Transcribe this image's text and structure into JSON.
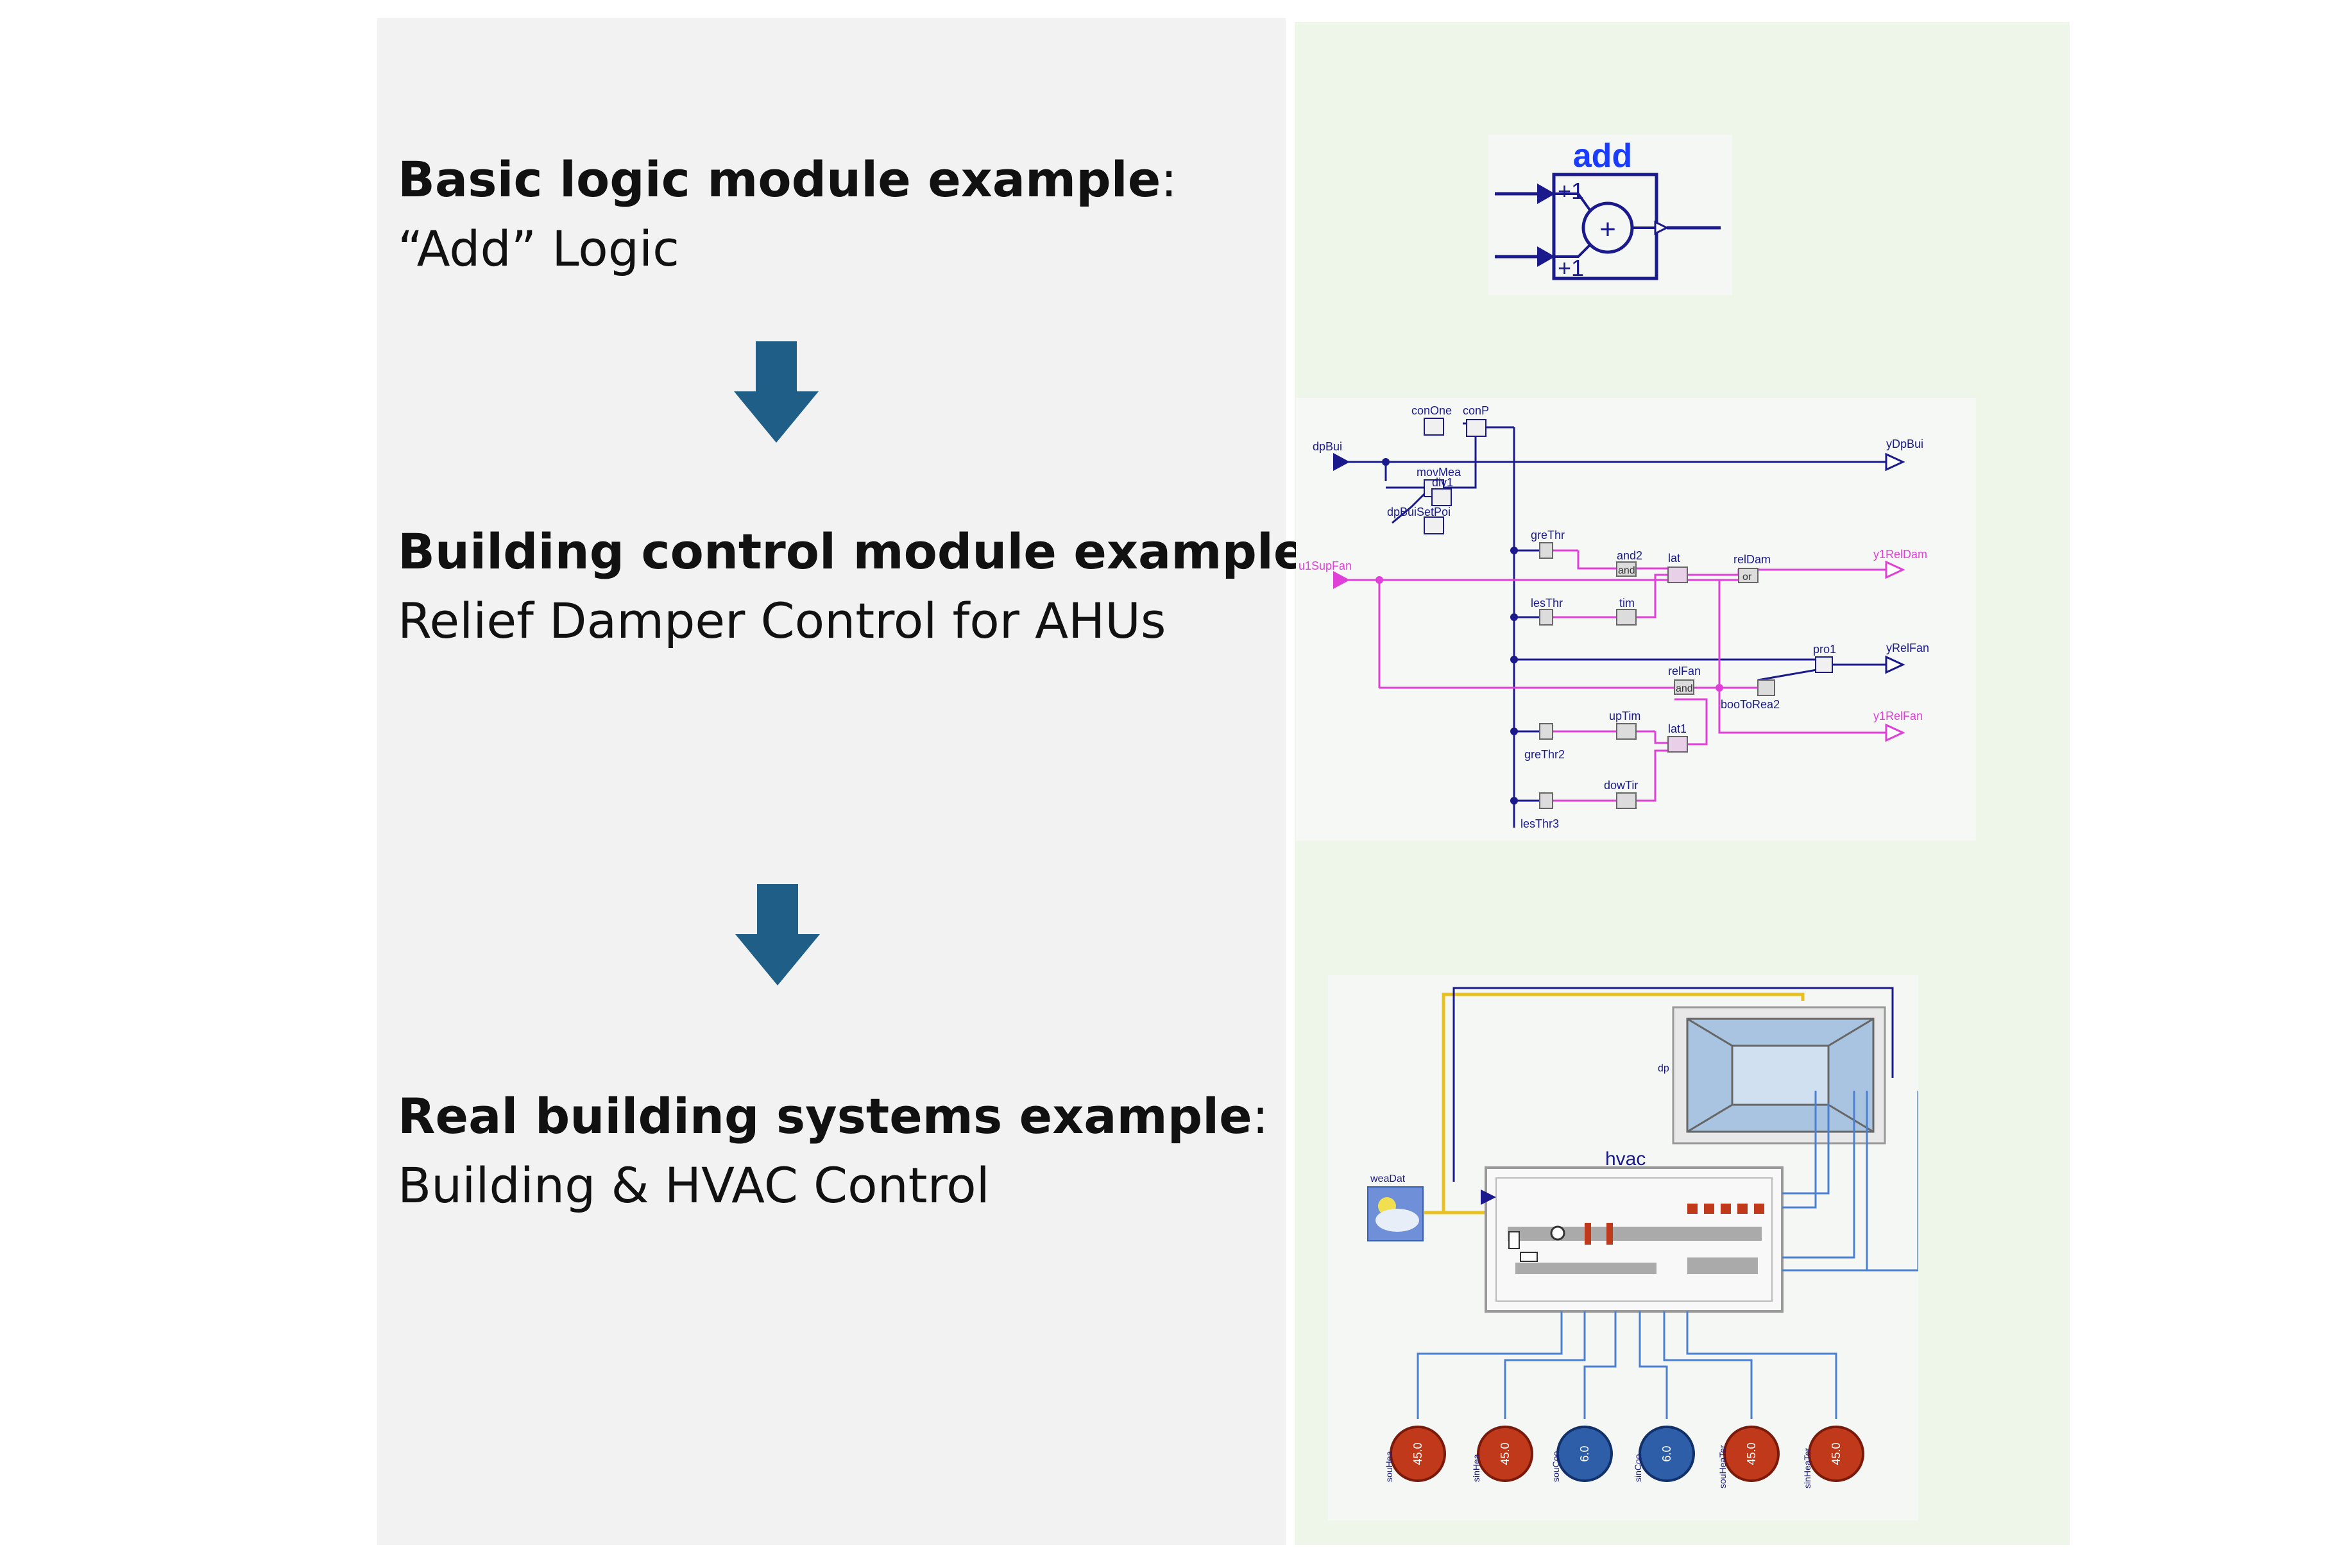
{
  "sections": [
    {
      "bold": "Basic logic module example",
      "colon": ":",
      "subtitle": "“Add” Logic"
    },
    {
      "bold": "Building control module example:",
      "colon": "",
      "subtitle": "Relief Damper Control for AHUs"
    },
    {
      "bold": "Real building systems example",
      "colon": ":",
      "subtitle": "Building & HVAC Control"
    }
  ],
  "add_block": {
    "name": "add",
    "plus1": "+1",
    "plus2": "+1",
    "sum": "+"
  },
  "relief_damper": {
    "inputs": [
      "dpBui",
      "u1SupFan"
    ],
    "outputs": [
      "yDpBui",
      "y1RelDam",
      "yRelFan",
      "y1RelFan"
    ],
    "blocks": [
      "conOne",
      "conP",
      "movMea",
      "div1",
      "dpBuiSetPoi",
      "greThr",
      "and2",
      "lat",
      "relDam",
      "lesThr",
      "tim",
      "pro1",
      "relFan",
      "booToRea2",
      "upTim",
      "lat1",
      "greThr2",
      "dowTir",
      "lesThr3"
    ],
    "gate_and": "and",
    "gate_or": "or"
  },
  "hvac_system": {
    "hvac_label": "hvac",
    "weather_label": "weaDat",
    "dp_label": "dp",
    "sources": [
      {
        "name": "souHea",
        "value": "45.0",
        "color": "#c0391b"
      },
      {
        "name": "sinHea",
        "value": "45.0",
        "color": "#c0391b"
      },
      {
        "name": "souCoo",
        "value": "6.0",
        "color": "#2f5ea8"
      },
      {
        "name": "sinCoo",
        "value": "6.0",
        "color": "#2f5ea8"
      },
      {
        "name": "souHeaTer",
        "value": "45.0",
        "color": "#c0391b"
      },
      {
        "name": "sinHeaTer",
        "value": "45.0",
        "color": "#c0391b"
      }
    ]
  },
  "colors": {
    "arrow": "#1f5f87",
    "modelica_blue": "#1a1a8c",
    "boolean_magenta": "#e040d8",
    "real_link": "#4b7fd0"
  }
}
